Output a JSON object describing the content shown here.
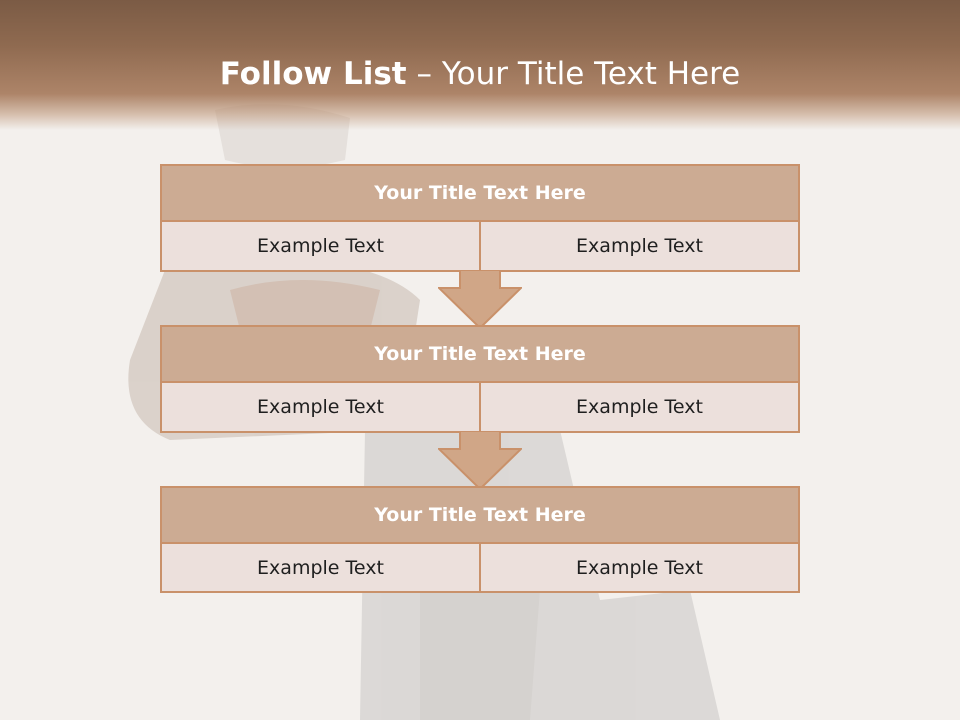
{
  "slide": {
    "title_bold": "Follow List",
    "title_separator": "–",
    "title_rest": "Your Title Text Here"
  },
  "blocks": [
    {
      "header": "Your Title Text Here",
      "left": "Example Text",
      "right": "Example Text"
    },
    {
      "header": "Your Title Text Here",
      "left": "Example Text",
      "right": "Example Text"
    },
    {
      "header": "Your Title Text Here",
      "left": "Example Text",
      "right": "Example Text"
    }
  ],
  "colors": {
    "header_band": "#8f6a50",
    "block_header": "#ccab93",
    "block_border": "#c9916a",
    "block_cell": "#eaddd8",
    "arrow_fill": "#d0a687"
  },
  "icons": [
    "down-arrow-icon"
  ]
}
